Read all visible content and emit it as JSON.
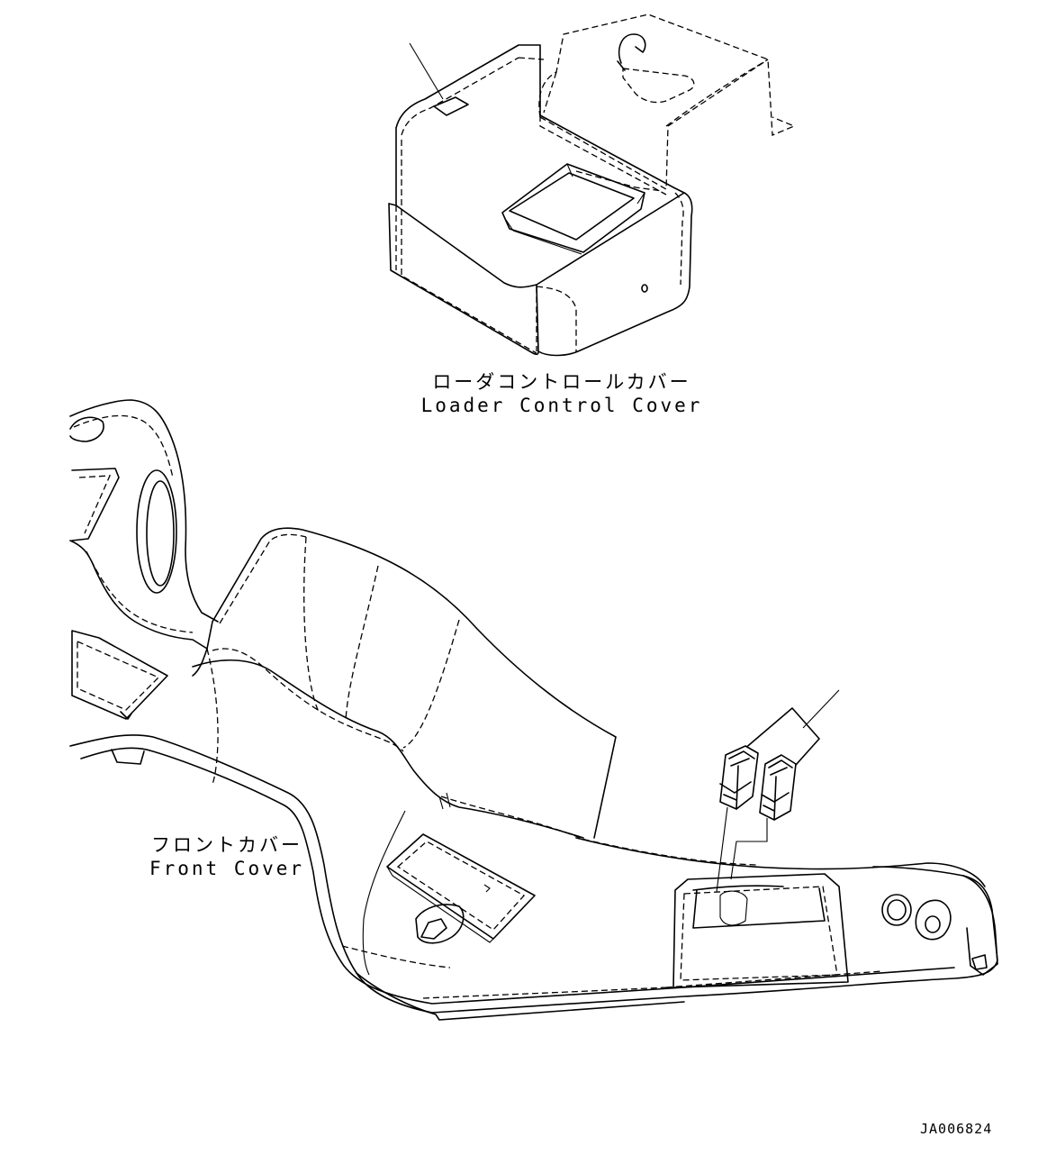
{
  "labels": {
    "loader_cover_jp": "ローダコントロールカバー",
    "loader_cover_en": "Loader Control Cover",
    "front_cover_jp": "フロントカバー",
    "front_cover_en": "Front Cover"
  },
  "drawing_code": "JA006824",
  "colors": {
    "line": "#000000",
    "background": "#ffffff"
  }
}
